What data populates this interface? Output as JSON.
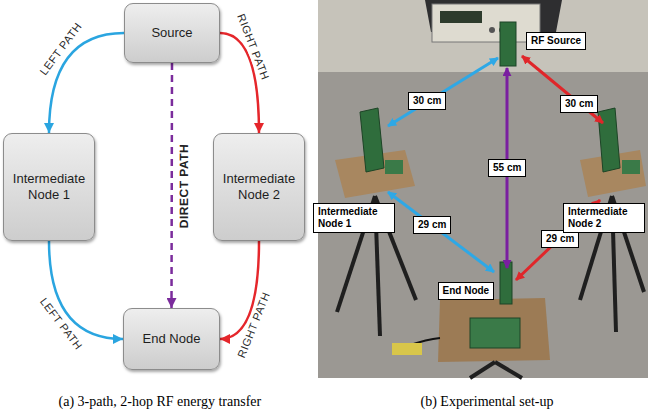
{
  "diagram": {
    "nodes": [
      {
        "text": [
          "Source"
        ]
      },
      {
        "text": [
          "Intermediate Node 1"
        ]
      },
      {
        "text": [
          "Intermediate Node 2"
        ]
      },
      {
        "text": [
          "End Node"
        ]
      }
    ],
    "edges": [
      {
        "from": 0,
        "to": 1,
        "label": "LEFT PATH",
        "arrow": "to"
      },
      {
        "from": 1,
        "to": 3,
        "label": "LEFT PATH",
        "arrow": "to"
      },
      {
        "from": 0,
        "to": 2,
        "label": "RIGHT PATH",
        "arrow": "to"
      },
      {
        "from": 2,
        "to": 3,
        "label": "RIGHT PATH",
        "arrow": "to"
      },
      {
        "from": 0,
        "to": 3,
        "label": "DIRECT PATH",
        "arrow": "to"
      }
    ],
    "labels": [
      "RF Source",
      "30 cm",
      "30 cm",
      "55 cm",
      "Intermediate Node 1",
      "29 cm",
      "29 cm",
      "Intermediate Node 2",
      "End Node",
      "(a) 3-path, 2-hop RF energy transfer",
      "(b) Experimental set-up"
    ]
  }
}
